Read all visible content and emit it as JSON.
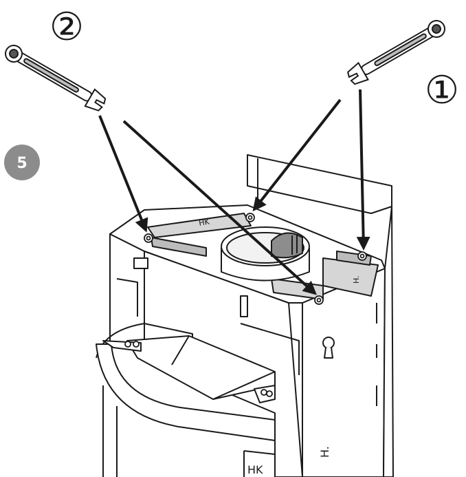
{
  "step": {
    "number": "5"
  },
  "callouts": {
    "first": "①",
    "second": "②"
  },
  "markings": {
    "body_code": "HK",
    "side_code": "H.",
    "top_plate_code": "HK",
    "right_plate_code": "H."
  },
  "colors": {
    "line": "#1a1a1a",
    "plate_fill": "#d6d6d6",
    "body_fill": "#ffffff",
    "step_badge": "#8c8c8c",
    "step_text": "#ffffff"
  },
  "icons": {
    "left_tool": "ratchet-wrench-icon",
    "right_tool": "ratchet-wrench-icon",
    "bolt": "bolt-icon"
  }
}
